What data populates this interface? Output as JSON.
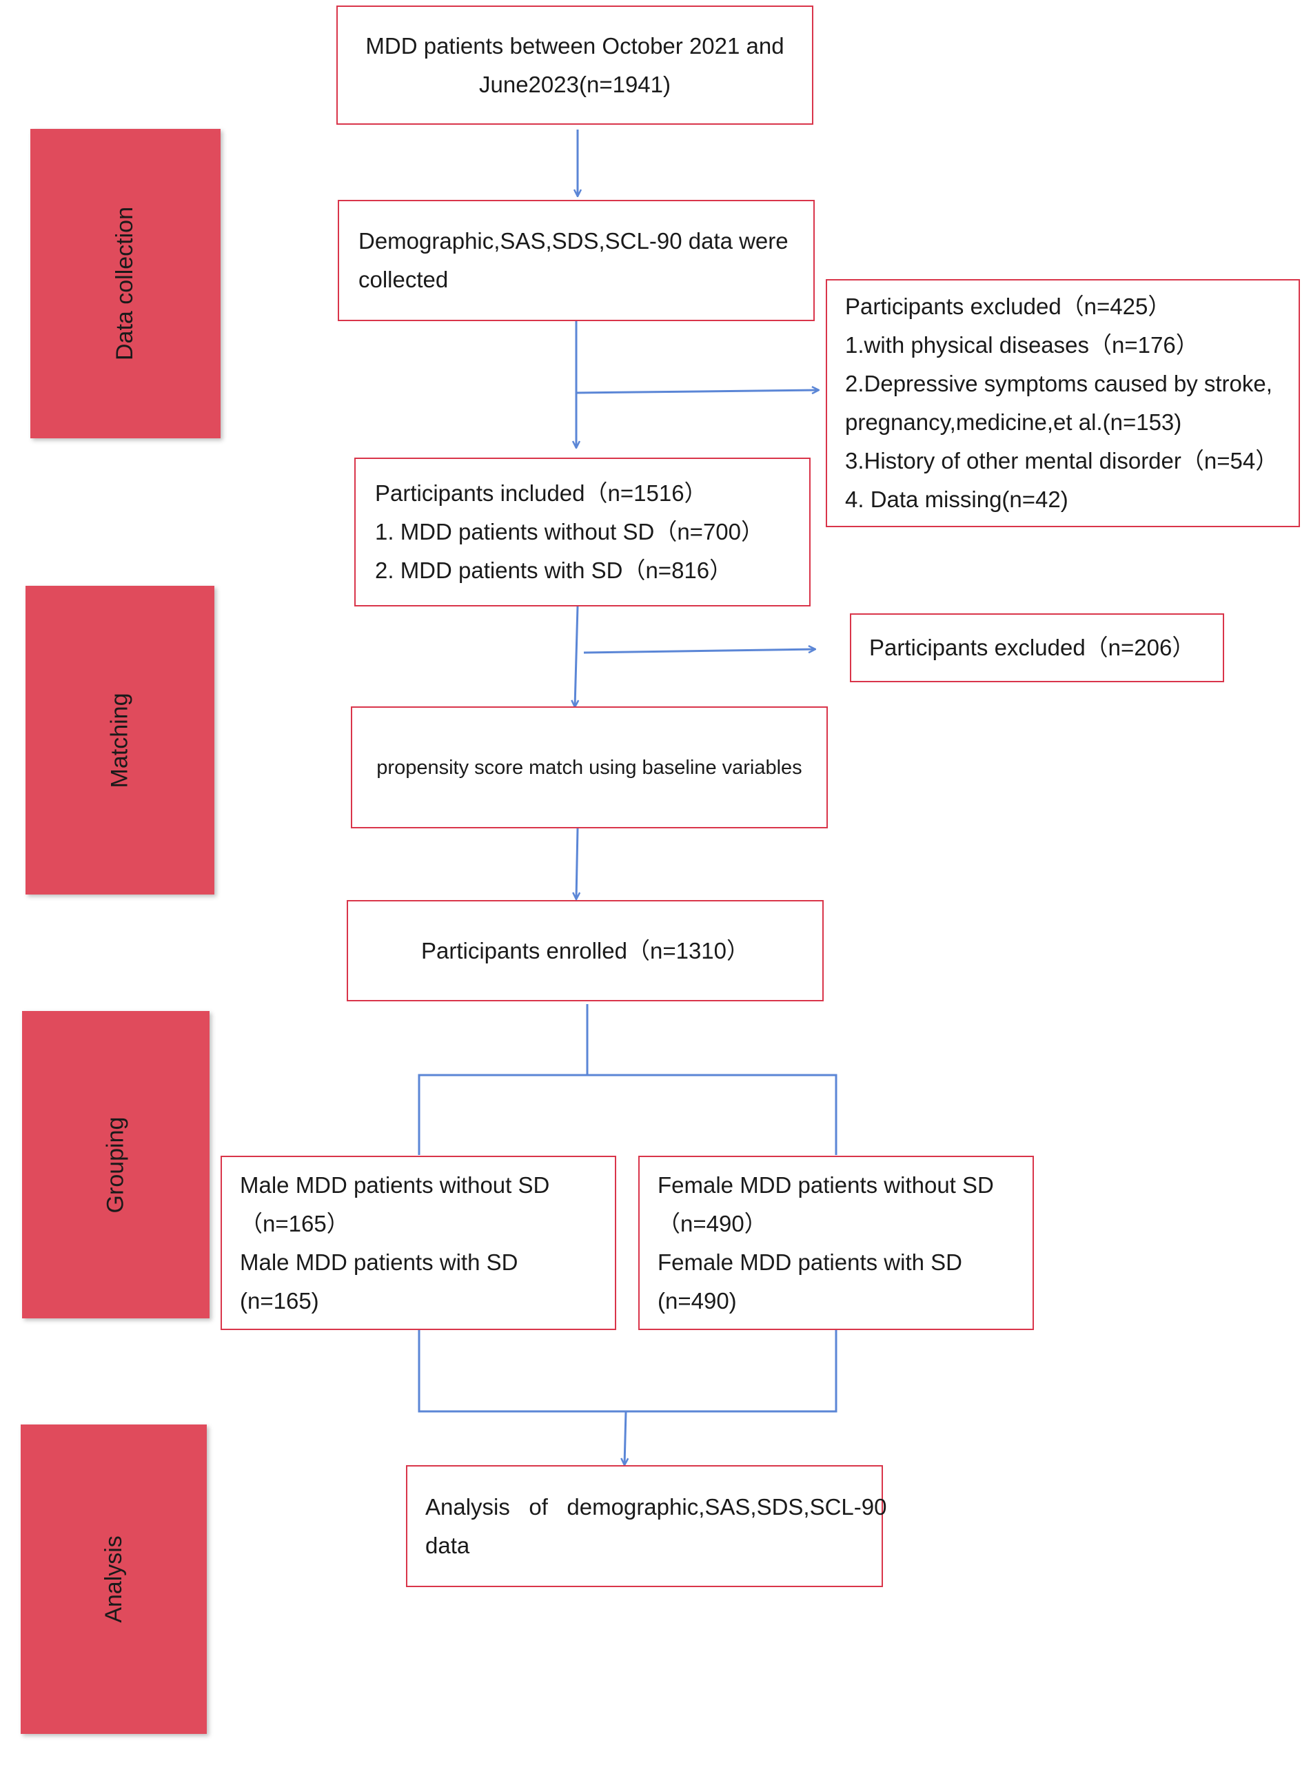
{
  "phases": {
    "data_collection": "Data collection",
    "matching": "Matching",
    "grouping": "Grouping",
    "analysis": "Analysis"
  },
  "boxes": {
    "source": {
      "line1": "MDD patients between October 2021 and",
      "line2": "June2023(n=1941)"
    },
    "collected": {
      "line1": "Demographic,SAS,SDS,SCL-90 data were",
      "line2": "collected"
    },
    "excluded_1": {
      "title": "Participants excluded（n=425）",
      "items": [
        "1.with physical diseases（n=176）",
        "2.Depressive symptoms caused by stroke,",
        "pregnancy,medicine,et al.(n=153)",
        "3.History of other mental disorder（n=54）",
        "4. Data missing(n=42)"
      ]
    },
    "included": {
      "title": "Participants included（n=1516）",
      "items": [
        "1.   MDD patients without SD（n=700）",
        "2.   MDD patients with SD（n=816）"
      ]
    },
    "excluded_2": {
      "title": "Participants excluded（n=206）"
    },
    "matching": {
      "text": "propensity score match using baseline variables"
    },
    "enrolled": {
      "text": "Participants enrolled（n=1310）"
    },
    "male": {
      "line1": "Male MDD patients without SD",
      "line2": "（n=165）",
      "line3": "Male MDD patients with SD",
      "line4": "(n=165)"
    },
    "female": {
      "line1": "Female MDD patients without SD",
      "line2": "（n=490）",
      "line3": "Female MDD patients with SD",
      "line4": "(n=490)"
    },
    "analysis": {
      "line1": "Analysis   of   demographic,SAS,SDS,SCL-90",
      "line2": "data"
    }
  },
  "colors": {
    "phase_fill": "#e04b5c",
    "box_border": "#d9354a",
    "arrow": "#5b86d6"
  }
}
